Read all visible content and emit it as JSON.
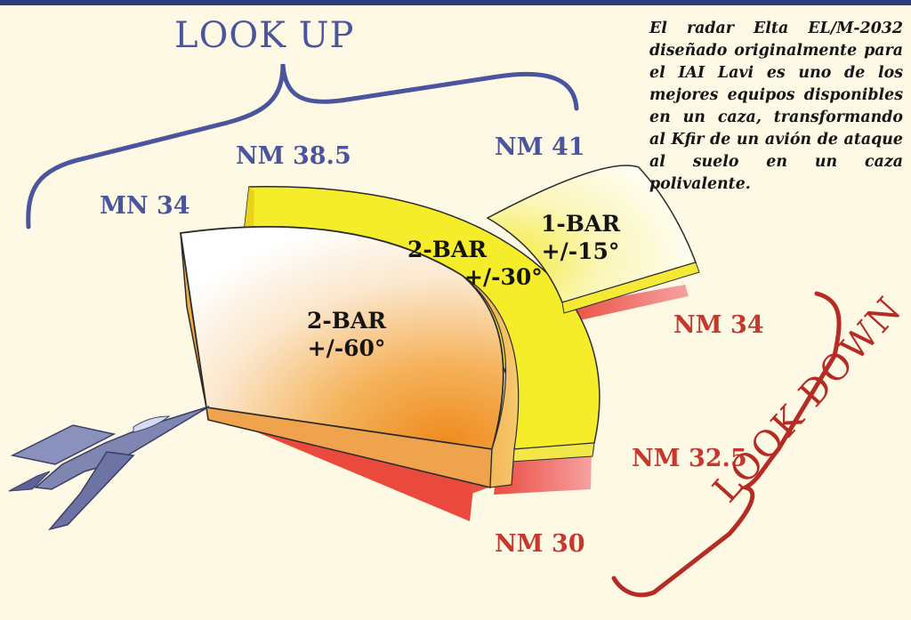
{
  "caption": "El radar Elta EL/M-2032 diseñado originalmente para el IAI Lavi es uno de los mejores equipos disponibles en un caza, transformando al Kfir de un avión de ataque al suelo en un caza polivalente.",
  "look_up": {
    "title": "LOOK UP",
    "ranges": {
      "left": "MN 34",
      "middle": "NM 38.5",
      "right": "NM 41"
    }
  },
  "look_down": {
    "title": "LOOK DOWN",
    "ranges": {
      "top": "NM 34",
      "middle": "NM 32.5",
      "bottom": "NM 30"
    }
  },
  "modes": [
    {
      "bars": "2-BAR",
      "scan": "+/-60°"
    },
    {
      "bars": "2-BAR",
      "scan": "+/-30°"
    },
    {
      "bars": "1-BAR",
      "scan": "+/-15°"
    }
  ],
  "colors": {
    "look_up": "#4a559e",
    "look_down": "#b52c25",
    "sector_yellow": "#f5ed2a",
    "sector_red": "#ea4a3c",
    "sector_orange": "#f2a640",
    "aircraft": "#7f86b2"
  }
}
